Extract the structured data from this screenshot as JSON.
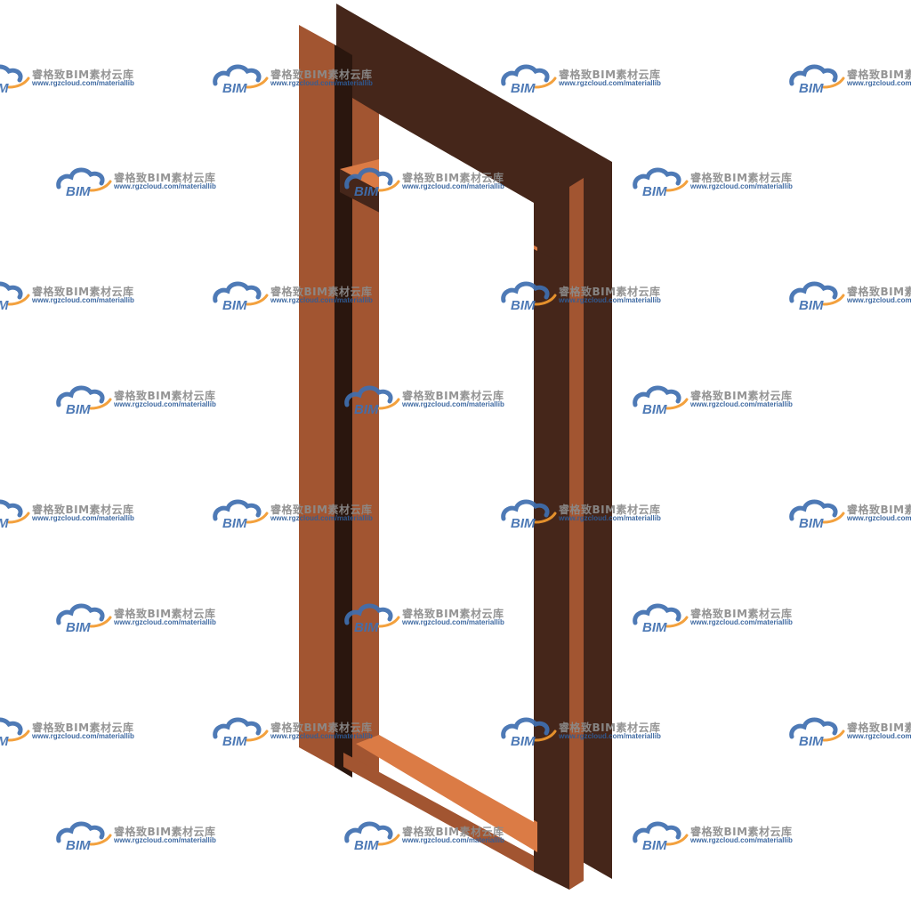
{
  "scene": {
    "subject": "door-frame-3d-model",
    "colors": {
      "background": "#ffffff",
      "frame_dark": "#45261a",
      "frame_side": "#a25531",
      "frame_face": "#db7b45",
      "frame_edge": "#2a160e"
    }
  },
  "watermark": {
    "name": "睿格致BIM素材云库",
    "url": "www.rgzcloud.com/materiallib",
    "logo_text": "BIM",
    "colors": {
      "cloud": "#3f6fb0",
      "swoosh": "#f29a2e",
      "name": "#8c8c8c",
      "url": "#2e5d9a"
    },
    "icon": "bim-cloud-logo-icon"
  }
}
